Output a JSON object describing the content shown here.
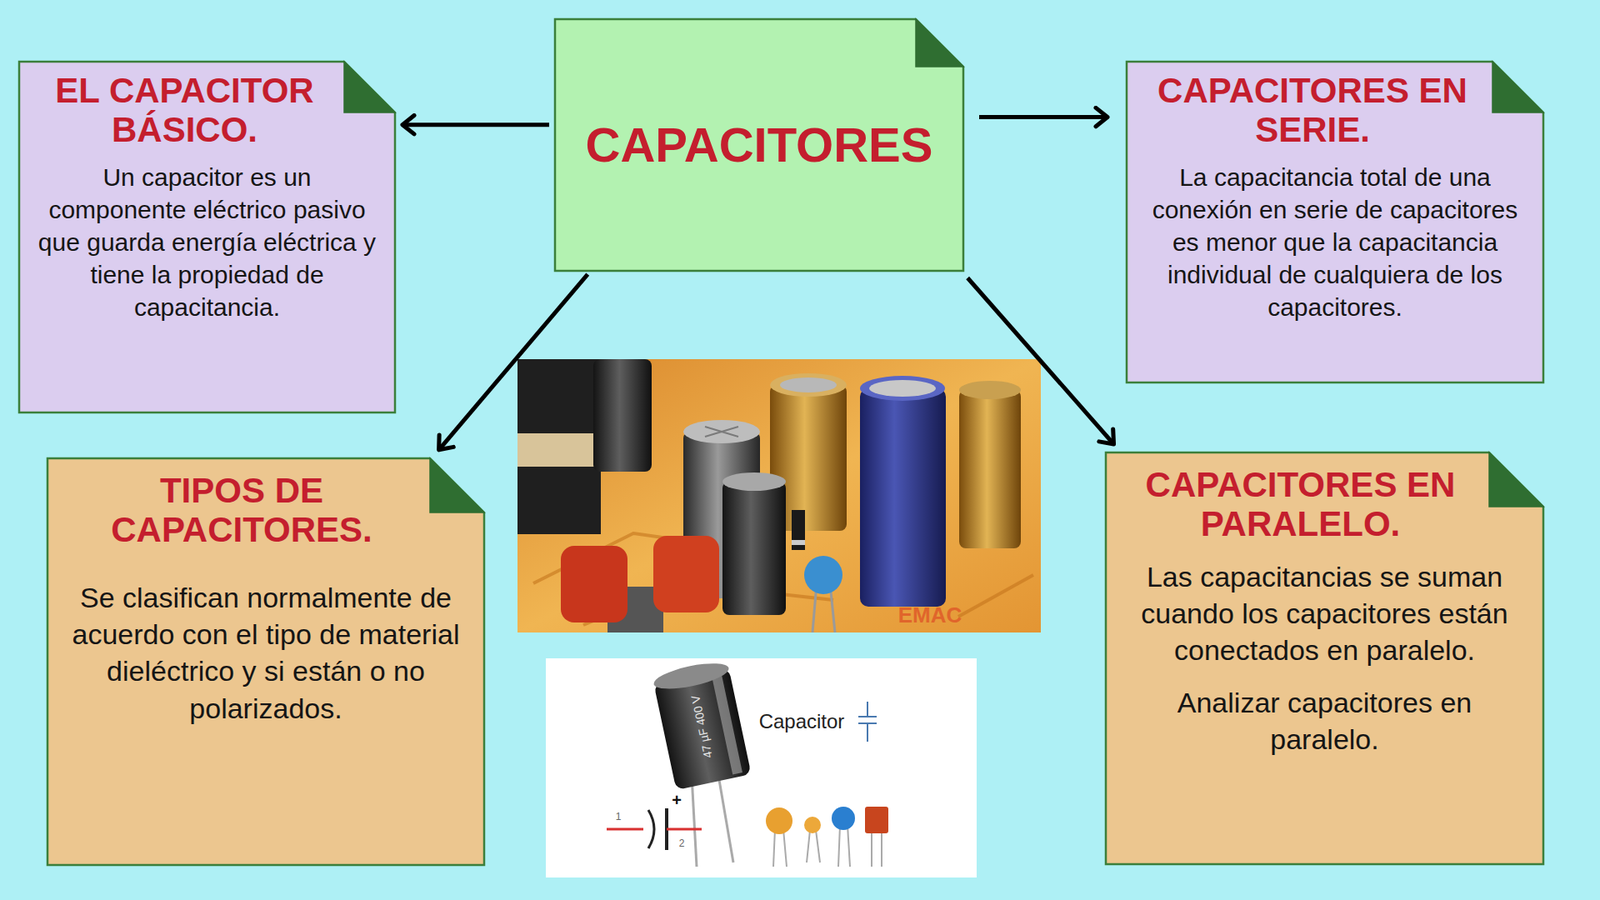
{
  "diagram": {
    "nodes": [
      {
        "text": [
          "EL CAPACITOR BÁSICO.",
          "Un capacitor es un componente eléctrico pasivo que guarda energía eléctrica y tiene la propiedad de capacitancia."
        ]
      },
      {
        "text": [
          "CAPACITORES"
        ]
      },
      {
        "text": [
          "CAPACITORES EN SERIE.",
          "La capacitancia total de una conexión en serie de capacitores es menor que la capacitancia individual de cualquiera de los capacitores."
        ]
      },
      {
        "text": [
          "TIPOS DE CAPACITORES.",
          "Se clasifican normalmente de acuerdo con el tipo de material dieléctrico y si están o no polarizados."
        ]
      },
      {
        "text": [
          "CAPACITORES EN PARALELO.",
          "Las capacitancias se suman cuando los capacitores están conectados en paralelo.",
          "Analizar capacitores en paralelo."
        ]
      }
    ],
    "edges": [
      {
        "from": 1,
        "to": 0,
        "arrow": "to"
      },
      {
        "from": 1,
        "to": 2,
        "arrow": "to"
      },
      {
        "from": 1,
        "to": 3,
        "arrow": "to"
      },
      {
        "from": 1,
        "to": 4,
        "arrow": "to"
      }
    ],
    "labels": [
      "EMAC",
      "47 µF 400 V",
      "Capacitor",
      "+",
      "1",
      "2"
    ]
  }
}
